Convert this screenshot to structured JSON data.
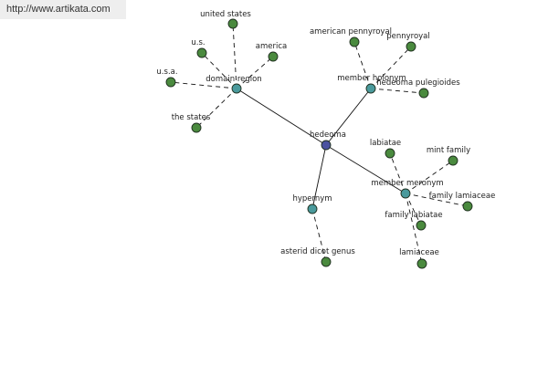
{
  "watermark": "http://www.artikata.com",
  "colors": {
    "root_fill": "#4b52a0",
    "relation_fill": "#4a9a9c",
    "leaf_fill": "#4a8a3e",
    "node_stroke": "#1f2f1f",
    "edge_stroke": "#111111"
  },
  "nodes": [
    {
      "id": "hedeoma",
      "label": "hedeoma",
      "kind": "root"
    },
    {
      "id": "domain_region",
      "label": "domain region",
      "kind": "relation"
    },
    {
      "id": "member_holonym",
      "label": "member holonym",
      "kind": "relation"
    },
    {
      "id": "member_meronym",
      "label": "member meronym",
      "kind": "relation"
    },
    {
      "id": "hypernym",
      "label": "hypernym",
      "kind": "relation"
    },
    {
      "id": "united_states",
      "label": "united states",
      "kind": "leaf"
    },
    {
      "id": "us",
      "label": "u.s.",
      "kind": "leaf"
    },
    {
      "id": "america",
      "label": "america",
      "kind": "leaf"
    },
    {
      "id": "usa",
      "label": "u.s.a.",
      "kind": "leaf"
    },
    {
      "id": "the_states",
      "label": "the states",
      "kind": "leaf"
    },
    {
      "id": "american_pennyroyal",
      "label": "american pennyroyal",
      "kind": "leaf"
    },
    {
      "id": "pennyroyal",
      "label": "pennyroyal",
      "kind": "leaf"
    },
    {
      "id": "hedeoma_pulegioides",
      "label": "hedeoma pulegioides",
      "kind": "leaf"
    },
    {
      "id": "labiatae",
      "label": "labiatae",
      "kind": "leaf"
    },
    {
      "id": "mint_family",
      "label": "mint family",
      "kind": "leaf"
    },
    {
      "id": "family_lamiaceae",
      "label": "family lamiaceae",
      "kind": "leaf"
    },
    {
      "id": "family_labiatae",
      "label": "family labiatae",
      "kind": "leaf"
    },
    {
      "id": "lamiaceae",
      "label": "lamiaceae",
      "kind": "leaf"
    },
    {
      "id": "asterid_dicot_genus",
      "label": "asterid dicot genus",
      "kind": "leaf"
    }
  ],
  "edges": [
    {
      "from": "hedeoma",
      "to": "domain_region",
      "style": "solid"
    },
    {
      "from": "hedeoma",
      "to": "member_holonym",
      "style": "solid"
    },
    {
      "from": "hedeoma",
      "to": "member_meronym",
      "style": "solid"
    },
    {
      "from": "hedeoma",
      "to": "hypernym",
      "style": "solid"
    },
    {
      "from": "domain_region",
      "to": "united_states",
      "style": "dashed"
    },
    {
      "from": "domain_region",
      "to": "us",
      "style": "dashed"
    },
    {
      "from": "domain_region",
      "to": "america",
      "style": "dashed"
    },
    {
      "from": "domain_region",
      "to": "usa",
      "style": "dashed"
    },
    {
      "from": "domain_region",
      "to": "the_states",
      "style": "dashed"
    },
    {
      "from": "member_holonym",
      "to": "american_pennyroyal",
      "style": "dashed"
    },
    {
      "from": "member_holonym",
      "to": "pennyroyal",
      "style": "dashed"
    },
    {
      "from": "member_holonym",
      "to": "hedeoma_pulegioides",
      "style": "dashed"
    },
    {
      "from": "member_meronym",
      "to": "labiatae",
      "style": "dashed"
    },
    {
      "from": "member_meronym",
      "to": "mint_family",
      "style": "dashed"
    },
    {
      "from": "member_meronym",
      "to": "family_lamiaceae",
      "style": "dashed"
    },
    {
      "from": "member_meronym",
      "to": "family_labiatae",
      "style": "dashed"
    },
    {
      "from": "member_meronym",
      "to": "lamiaceae",
      "style": "dashed"
    },
    {
      "from": "hypernym",
      "to": "asterid_dicot_genus",
      "style": "dashed"
    }
  ]
}
